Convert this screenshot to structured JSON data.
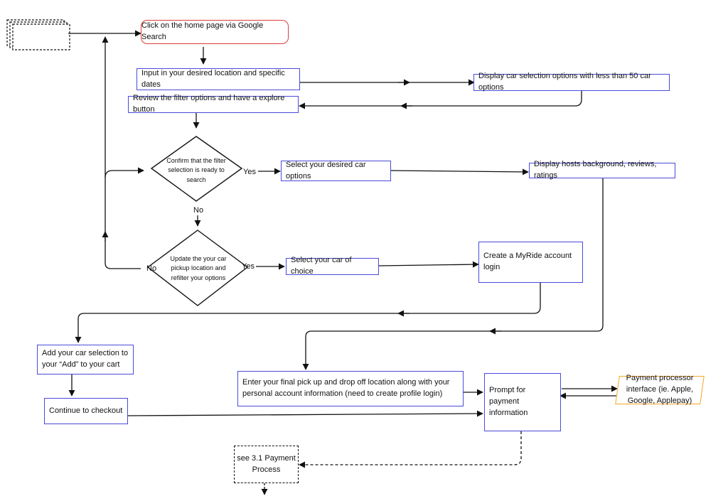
{
  "nodes": {
    "home_page": "Click on the home page via Google Search",
    "input_location": "Input in your desired location and specific dates",
    "display_options": "Display car selection options with less than 50 car options",
    "review_filter": "Review the filter options and have a explore button",
    "confirm_filter": "Confirm that the filter selection is ready to search",
    "select_desired": "Select your desired car options",
    "display_hosts": "Display hosts background, reviews, ratings",
    "update_pickup": "Update the your car pickup location and refilter your options",
    "select_choice": "Select your car of choice",
    "create_account": "Create a MyRide account login",
    "add_to_cart": "Add your car selection to your “Add” to your cart",
    "enter_final": "Enter your final pick up and drop off location along with your personal account information (need to create profile login)",
    "prompt_payment": "Prompt for payment information",
    "payment_processor": "Payment processor interface (ie. Apple, Google, Applepay)",
    "continue_checkout": "Continue to checkout",
    "see_payment": "see 3.1 Payment Process"
  },
  "labels": {
    "yes_1": "Yes",
    "no_1": "No",
    "yes_2": "Yes",
    "no_2": "No"
  },
  "colors": {
    "process_border": "#4a4adb",
    "start_border": "#e23b3b",
    "external_border": "#f5a623",
    "line": "#111111"
  }
}
